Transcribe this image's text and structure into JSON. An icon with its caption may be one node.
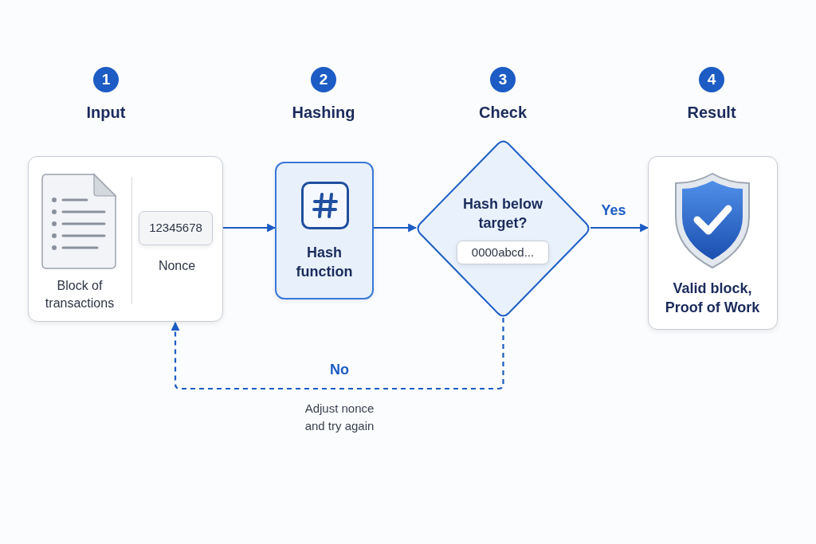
{
  "diagram": {
    "nodes": [
      {
        "text": [
          "Input",
          "Block of transactions"
        ],
        "beside": [
          "1"
        ]
      },
      {
        "text": [
          "12345678"
        ],
        "beside": [
          "Nonce"
        ],
        "in": 0
      },
      {
        "text": [
          "Hashing",
          "Hash function"
        ],
        "beside": [
          "2"
        ]
      },
      {
        "text": [
          "Check",
          "Hash below target?"
        ],
        "beside": [
          "3"
        ]
      },
      {
        "text": [
          "0000abcd..."
        ],
        "in": 3
      },
      {
        "text": [
          "Result",
          "Valid block, Proof of Work"
        ],
        "beside": [
          "4"
        ]
      }
    ],
    "edges": [
      {
        "from": 0,
        "to": 2,
        "arrow": "to"
      },
      {
        "from": 2,
        "to": 3,
        "arrow": "to"
      },
      {
        "from": 3,
        "to": 5,
        "arrow": "to",
        "label": "Yes"
      },
      {
        "from": 3,
        "to": 0,
        "arrow": "to",
        "label": "No",
        "style": "dashed"
      }
    ],
    "labels": [
      "Adjust nonce and try again"
    ]
  }
}
